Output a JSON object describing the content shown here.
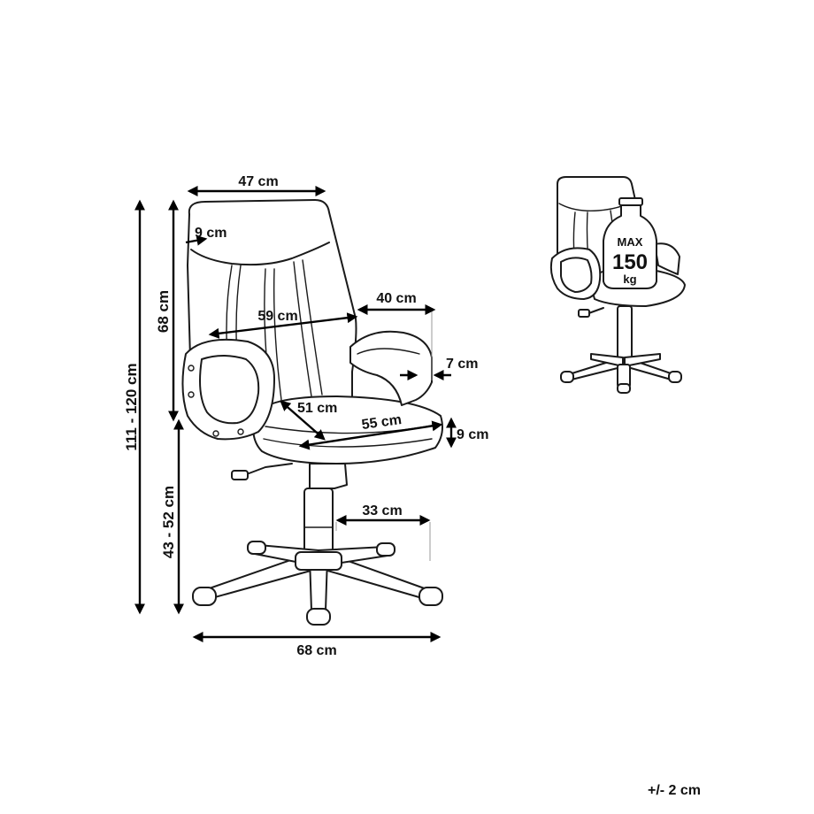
{
  "dimensions": {
    "backrest_width": "47 cm",
    "headrest_thickness": "9 cm",
    "backrest_height": "68 cm",
    "total_height": "111 - 120 cm",
    "back_width": "59 cm",
    "armrest_length": "40 cm",
    "armrest_width": "7 cm",
    "seat_depth": "51 cm",
    "seat_width": "55 cm",
    "seat_thickness": "9 cm",
    "seat_height": "43 - 52 cm",
    "base_radius": "33 cm",
    "base_width": "68 cm"
  },
  "max_load": {
    "line1": "MAX",
    "line2": "150",
    "line3": "kg"
  },
  "tolerance": "+/- 2 cm"
}
